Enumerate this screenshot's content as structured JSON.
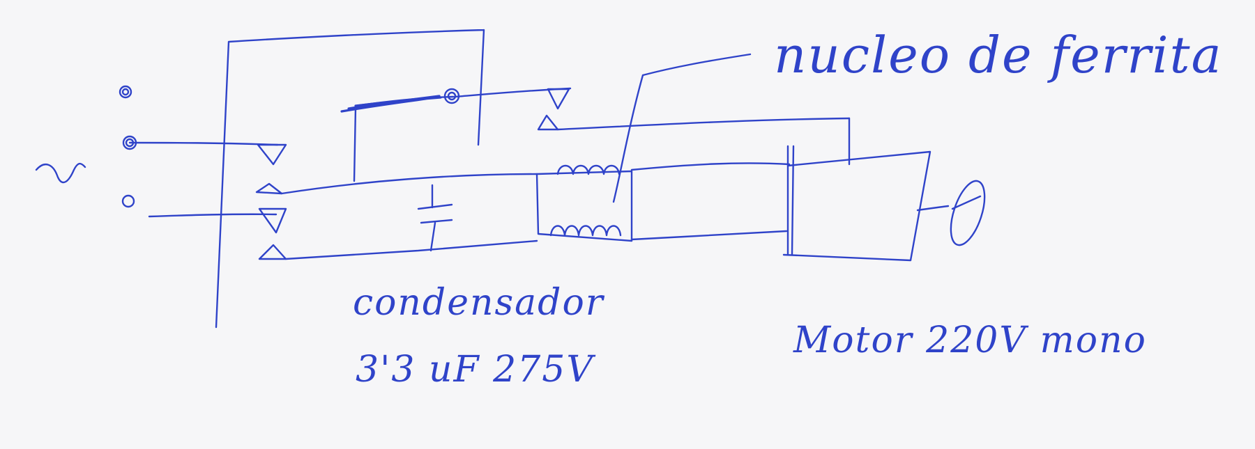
{
  "labels": {
    "ferrite_core": "nucleo de ferrita",
    "capacitor_name": "condensador",
    "capacitor_value": "3'3 uF 275V",
    "motor": "Motor 220V mono"
  },
  "colors": {
    "paper": "#f6f6f8",
    "ink": "#2f43c9"
  },
  "icons": {
    "ac_source": "tilde-symbol",
    "terminal": "circle-terminal",
    "inductor": "coil",
    "capacitor": "capacitor",
    "motor_shaft": "ellipse-shaft"
  }
}
